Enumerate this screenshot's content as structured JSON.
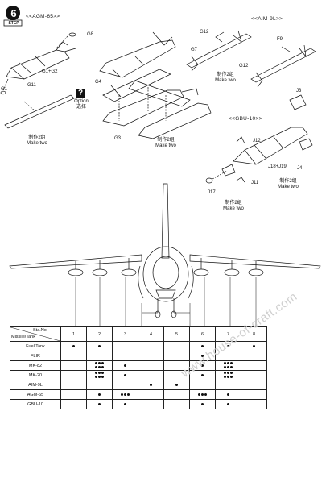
{
  "step": {
    "number": "6",
    "word": "STEP"
  },
  "sections": {
    "agm65": "<<AGM-65>>",
    "aim9l": "<<AIM-9L>>",
    "gbu10": "<<GBU-10>>"
  },
  "parts": {
    "g8": "G8",
    "g1_g2": "G1+G2",
    "g1": "G1",
    "g11": "G11",
    "g4": "G4",
    "g3": "G3",
    "g12a": "G12",
    "g12b": "G12",
    "g7": "G7",
    "f9": "F9",
    "j3": "J3",
    "j12": "J12",
    "j18_j19": "J18+J19",
    "j4": "J4",
    "j11": "J11",
    "j17": "J17"
  },
  "make_two": {
    "cn": "制作2组",
    "en": "Make two"
  },
  "option": {
    "symbol": "?",
    "en": "Option",
    "cn": "选择"
  },
  "table": {
    "corner_top": "Sta.No.",
    "corner_bottom": "Missile/Tank",
    "stations": [
      "1",
      "2",
      "3",
      "4",
      "5",
      "6",
      "7",
      "8"
    ],
    "rows": [
      {
        "label": "Fuel Tank",
        "cells": [
          1,
          1,
          0,
          0,
          0,
          1,
          1,
          1
        ]
      },
      {
        "label": "FLIR",
        "cells": [
          0,
          0,
          0,
          0,
          0,
          1,
          0,
          0
        ]
      },
      {
        "label": "MK-82",
        "cells": [
          0,
          6,
          1,
          0,
          0,
          1,
          6,
          0
        ]
      },
      {
        "label": "MK-20",
        "cells": [
          0,
          6,
          1,
          0,
          0,
          1,
          6,
          0
        ]
      },
      {
        "label": "AIM-9L",
        "cells": [
          0,
          0,
          0,
          1,
          1,
          0,
          0,
          0
        ]
      },
      {
        "label": "AGM-65",
        "cells": [
          0,
          1,
          3,
          0,
          0,
          3,
          1,
          0
        ]
      },
      {
        "label": "GBU-10",
        "cells": [
          0,
          1,
          1,
          0,
          0,
          1,
          1,
          0
        ]
      }
    ]
  },
  "watermark": "www.house-of-craft.com"
}
